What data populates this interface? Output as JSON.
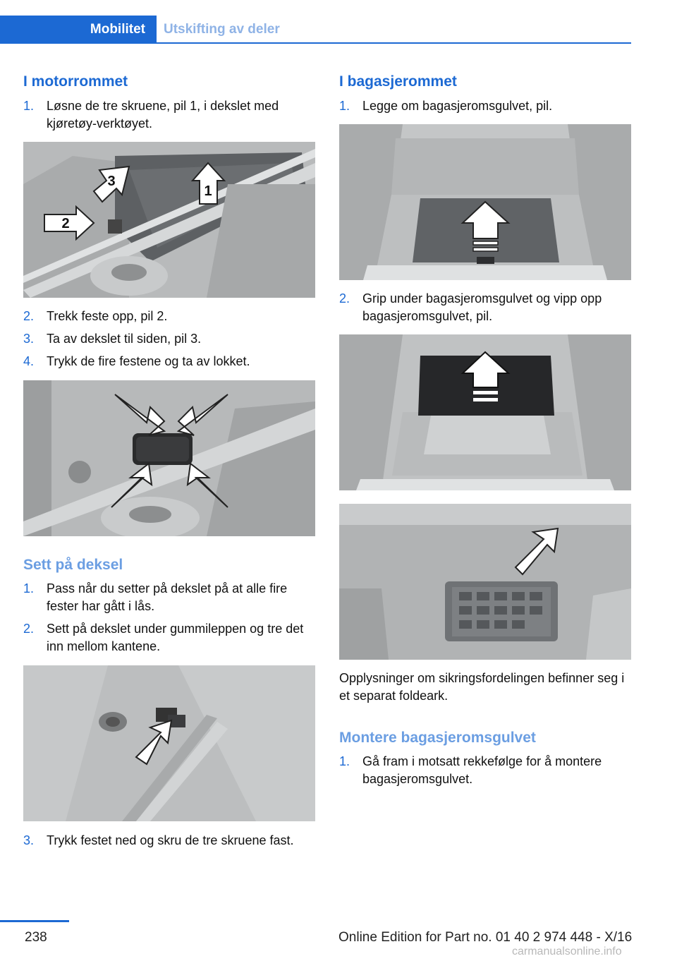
{
  "header": {
    "tab_active": "Mobilitet",
    "tab_inactive": "Utskifting av deler"
  },
  "left": {
    "heading": "I motorrommet",
    "steps_a": [
      {
        "num": "1.",
        "text": "Løsne de tre skruene, pil 1, i dekslet med kjøretøy-verktøyet."
      }
    ],
    "steps_b": [
      {
        "num": "2.",
        "text": "Trekk feste opp, pil 2."
      },
      {
        "num": "3.",
        "text": "Ta av dekslet til siden, pil 3."
      },
      {
        "num": "4.",
        "text": "Trykk de fire festene og ta av lokket."
      }
    ],
    "subheading": "Sett på deksel",
    "steps_c": [
      {
        "num": "1.",
        "text": "Pass når du setter på dekslet på at alle fire fester har gått i lås."
      },
      {
        "num": "2.",
        "text": "Sett på dekslet under gummileppen og tre det inn mellom kantene."
      }
    ],
    "steps_d": [
      {
        "num": "3.",
        "text": "Trykk festet ned og skru de tre skruene fast."
      }
    ],
    "photo1_callouts": [
      "1",
      "2",
      "3"
    ]
  },
  "right": {
    "heading": "I bagasjerommet",
    "steps_a": [
      {
        "num": "1.",
        "text": "Legge om bagasjeromsgulvet, pil."
      }
    ],
    "steps_b": [
      {
        "num": "2.",
        "text": "Grip under bagasjeromsgulvet og vipp opp bagasjeromsgulvet, pil."
      }
    ],
    "info": "Opplysninger om sikringsfordelingen befinner seg i et separat foldeark.",
    "subheading": "Montere bagasjeromsgulvet",
    "steps_c": [
      {
        "num": "1.",
        "text": "Gå fram i motsatt rekkefølge for å montere bagasjeromsgulvet."
      }
    ]
  },
  "footer": {
    "page_number": "238",
    "edition": "Online Edition for Part no. 01 40 2 974 448 - X/16",
    "watermark": "carmanualsonline.info"
  },
  "colors": {
    "accent": "#1c69d3",
    "accent_light": "#6b9ee2",
    "photo_bg": "#b9bbbc"
  }
}
